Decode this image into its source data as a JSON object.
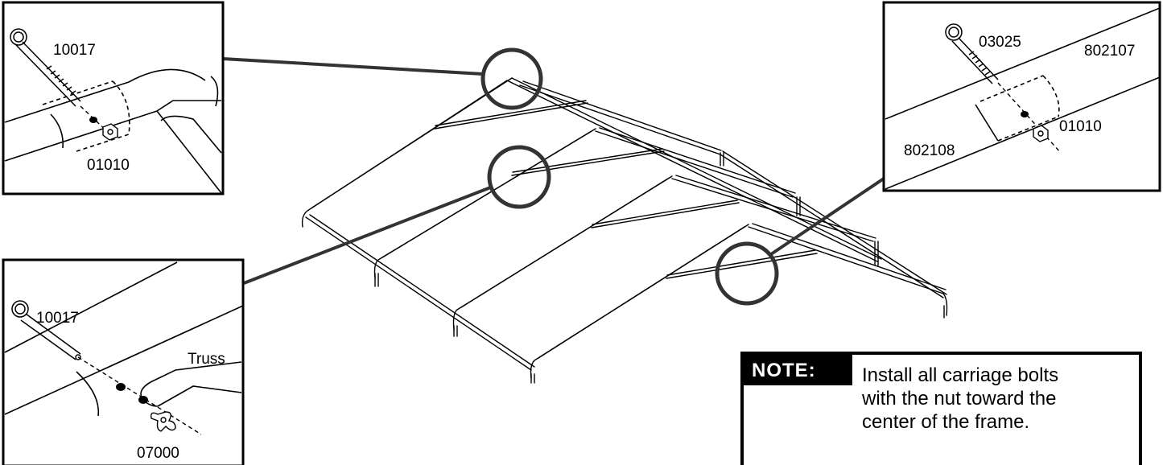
{
  "detail_top_left": {
    "bolt": "10017",
    "nut": "01010"
  },
  "detail_bottom_left": {
    "bolt": "10017",
    "part": "Truss",
    "wingnut": "07000"
  },
  "detail_top_right": {
    "bolt": "03025",
    "upper_pipe": "802107",
    "lower_pipe": "802108",
    "nut": "01010"
  },
  "note": {
    "heading": "NOTE:",
    "lines": [
      "Install all carriage bolts",
      "with the nut toward the",
      "center of the frame."
    ]
  },
  "colors": {
    "ink": "#000000",
    "callout": "#333333",
    "background": "#ffffff"
  }
}
